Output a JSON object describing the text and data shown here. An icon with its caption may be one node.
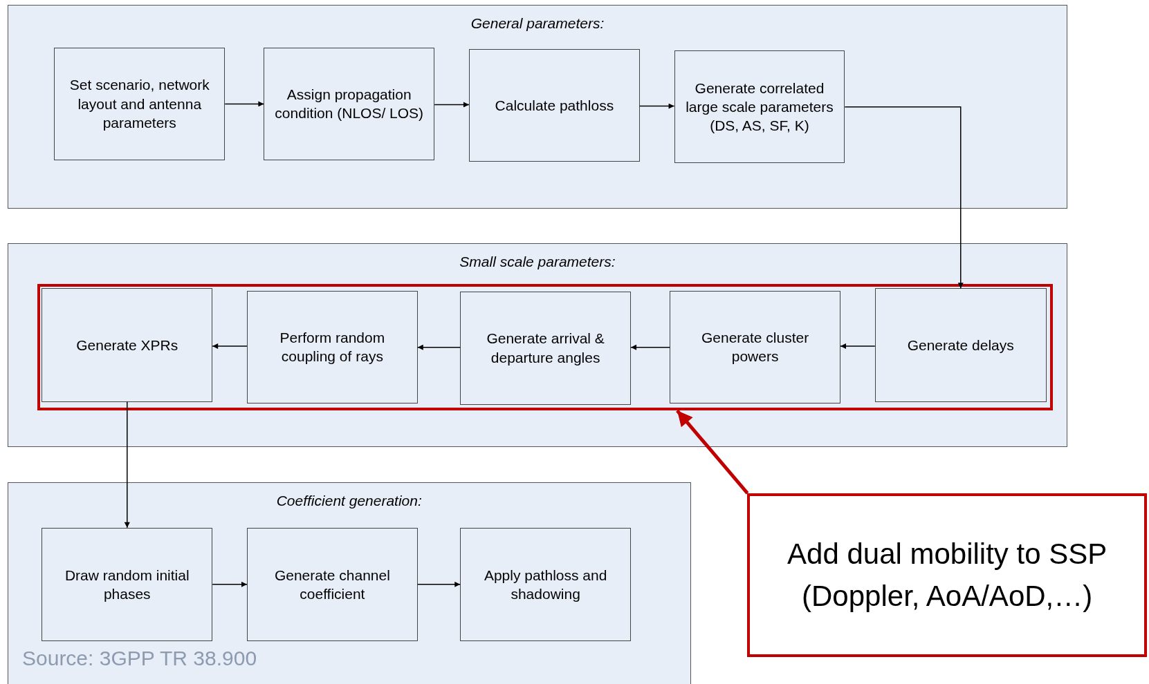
{
  "diagram": {
    "nodes": [
      {
        "text": [
          "General parameters:"
        ]
      },
      {
        "text": [
          "Set scenario, network layout and antenna parameters"
        ],
        "in": 0
      },
      {
        "text": [
          "Assign propagation condition (NLOS/ LOS)"
        ],
        "in": 0
      },
      {
        "text": [
          "Calculate pathloss"
        ],
        "in": 0
      },
      {
        "text": [
          "Generate correlated large scale parameters (DS, AS, SF, K)"
        ],
        "in": 0
      },
      {
        "text": [
          "Small scale parameters:"
        ]
      },
      {
        "text": [],
        "shape": "box",
        "in": 5
      },
      {
        "text": [
          "Generate XPRs"
        ],
        "in": 6
      },
      {
        "text": [
          "Perform random coupling of rays"
        ],
        "in": 6
      },
      {
        "text": [
          "Generate arrival & departure angles"
        ],
        "in": 6
      },
      {
        "text": [
          "Generate cluster powers"
        ],
        "in": 6
      },
      {
        "text": [
          "Generate delays"
        ],
        "in": 6
      },
      {
        "text": [
          "Coefficient generation:"
        ]
      },
      {
        "text": [
          "Draw random initial phases"
        ],
        "in": 12
      },
      {
        "text": [
          "Generate channel coefficient"
        ],
        "in": 12
      },
      {
        "text": [
          "Apply pathloss and shadowing"
        ],
        "in": 12
      },
      {
        "text": [
          "Add dual mobility to SSP (Doppler, AoA/AoD,…)"
        ]
      }
    ],
    "edges": [
      {
        "from": 1,
        "to": 2,
        "arrow": "to"
      },
      {
        "from": 2,
        "to": 3,
        "arrow": "to"
      },
      {
        "from": 3,
        "to": 4,
        "arrow": "to"
      },
      {
        "from": 4,
        "to": 11,
        "arrow": "to"
      },
      {
        "from": 11,
        "to": 10,
        "arrow": "to"
      },
      {
        "from": 10,
        "to": 9,
        "arrow": "to"
      },
      {
        "from": 9,
        "to": 8,
        "arrow": "to"
      },
      {
        "from": 8,
        "to": 7,
        "arrow": "to"
      },
      {
        "from": 7,
        "to": 13,
        "arrow": "to"
      },
      {
        "from": 13,
        "to": 14,
        "arrow": "to"
      },
      {
        "from": 14,
        "to": 15,
        "arrow": "to"
      },
      {
        "from": 16,
        "to": 6,
        "arrow": "to",
        "style": "thick",
        "color": "#c00000"
      }
    ],
    "labels": [
      "Source: 3GPP TR 38.900"
    ]
  }
}
